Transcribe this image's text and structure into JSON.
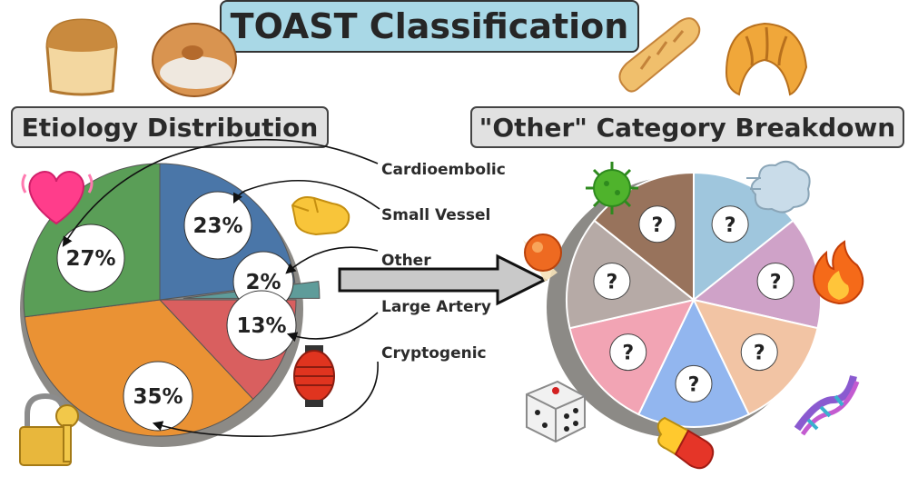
{
  "title": "TOAST Classification",
  "left_header": "Etiology Distribution",
  "right_header": "\"Other\" Category Breakdown",
  "categories": [
    {
      "label": "Cardioembolic",
      "pct": "27%",
      "value": 27,
      "color": "#5a9e57"
    },
    {
      "label": "Small Vessel",
      "pct": "23%",
      "value": 23,
      "color": "#4a76a8"
    },
    {
      "label": "Other",
      "pct": "2%",
      "value": 2,
      "color": "#5f9c9a"
    },
    {
      "label": "Large Artery",
      "pct": "13%",
      "value": 13,
      "color": "#d95f5f"
    },
    {
      "label": "Cryptogenic",
      "pct": "35%",
      "value": 35,
      "color": "#ea9234"
    }
  ],
  "other_breakdown": {
    "slices": [
      {
        "label": "?",
        "color": "#9fc6dd"
      },
      {
        "label": "?",
        "color": "#cfa2c8"
      },
      {
        "label": "?",
        "color": "#f2c4a4"
      },
      {
        "label": "?",
        "color": "#92b6ef"
      },
      {
        "label": "?",
        "color": "#f2a4b4"
      },
      {
        "label": "?",
        "color": "#b6aaa6"
      },
      {
        "label": "?",
        "color": "#98735c"
      }
    ]
  },
  "icons": {
    "top": [
      "bread-icon",
      "bagel-icon",
      "baguette-icon",
      "croissant-icon"
    ],
    "left_side": [
      "heart-icon",
      "pinch-hand-icon",
      "lantern-icon",
      "lock-key-icon"
    ],
    "right_side": [
      "virus-icon",
      "wind-icon",
      "fire-icon",
      "comet-icon",
      "dna-icon",
      "dice-icon",
      "pill-icon"
    ]
  }
}
